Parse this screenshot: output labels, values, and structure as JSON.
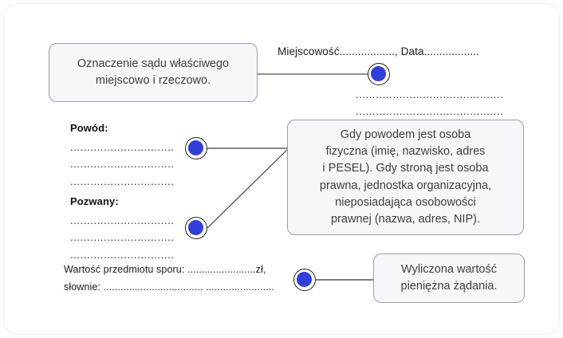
{
  "document": {
    "type": "legal-form-annotated-diagram",
    "language": "pl"
  },
  "header": {
    "place_date_line": "Miejscowość.................., Data..................",
    "dots_line_1": "..............................................",
    "dots_line_2": ".............................................."
  },
  "callouts": [
    {
      "id": "court",
      "name": "callout-court",
      "text": "Oznaczenie sądu właściwego\nmiejscowo i rzeczowo."
    },
    {
      "id": "party",
      "name": "callout-party",
      "text": "Gdy powodem jest osoba\nfizyczna (imię, nazwisko, adres\ni PESEL). Gdy stroną jest osoba\nprawna, jednostka organizacyjna,\nnieposiadająca osobowości\nprawnej (nazwa, adres, NIP)."
    },
    {
      "id": "value",
      "name": "callout-value",
      "text": "Wyliczona wartość\npieniężna żądania."
    }
  ],
  "plaintiff": {
    "label": "Powód:",
    "lines": [
      "...............................",
      "...............................",
      "..............................."
    ]
  },
  "defendant": {
    "label": "Pozwany:",
    "lines": [
      "...............................",
      "...............................",
      "..............................."
    ]
  },
  "dispute_value": {
    "line_1": "Wartość przedmiotu sporu: ........................zł,",
    "line_2": "słownie: ................................... ........................"
  },
  "nodes": [
    {
      "id": "node-date",
      "label": "node-marker-date"
    },
    {
      "id": "node-powod",
      "label": "node-marker-plaintiff"
    },
    {
      "id": "node-pozwany",
      "label": "node-marker-defendant"
    },
    {
      "id": "node-value",
      "label": "node-marker-dispute-value"
    }
  ],
  "colors": {
    "node_fill": "#2f3fd8",
    "node_ring": "#202124",
    "callout_fill": "#f5f7fa",
    "callout_border": "#9aa0a6",
    "connector": "#6b6b6b",
    "text": "#1a1a1a",
    "page_background": "#ffffff"
  }
}
